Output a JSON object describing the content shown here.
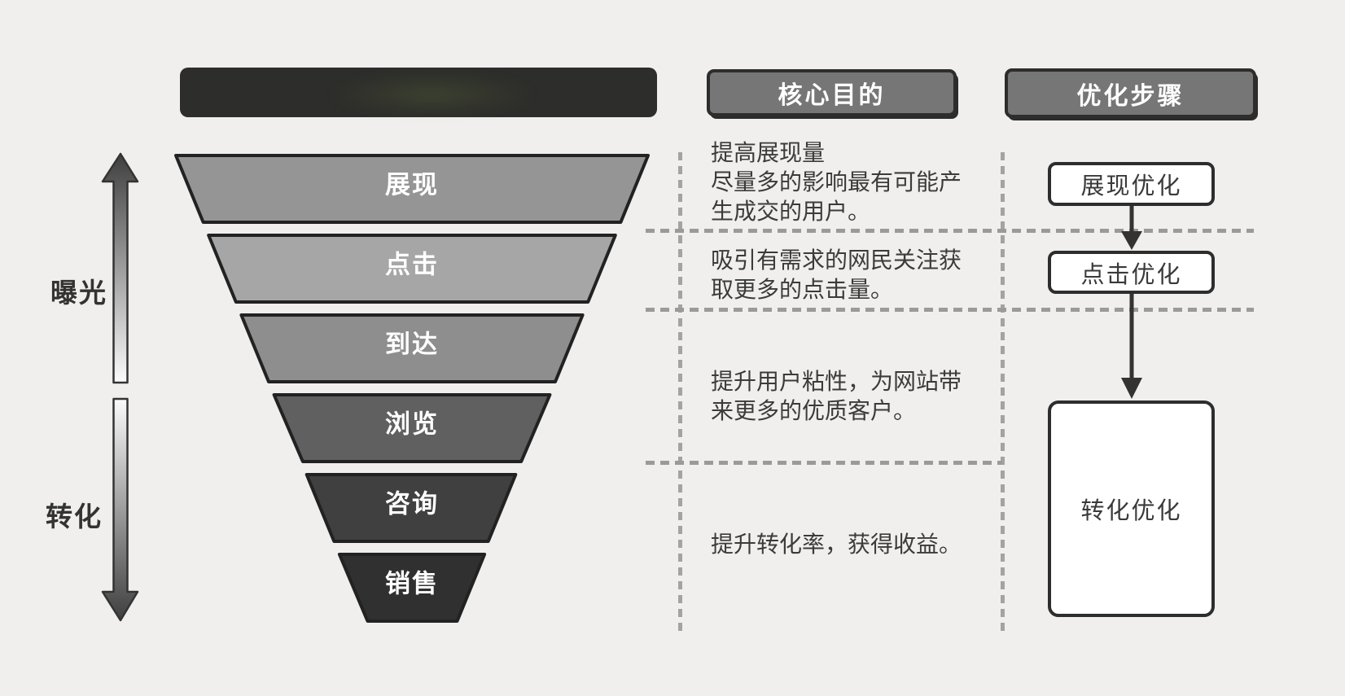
{
  "colors": {
    "background": "#f0efed",
    "title_bar_bg": "#2d2d2b",
    "header_bg": "#767676",
    "header_border": "#2d2d2d",
    "funnel_stroke": "#222222",
    "dash_line": "#9a9a9a",
    "arrow_dark": "#3f3f3f",
    "step_box_border": "#2d2d2d"
  },
  "headers": {
    "core_purpose": "核心目的",
    "optimization_steps": "优化步骤"
  },
  "axis": {
    "exposure": "曝光",
    "conversion": "转化"
  },
  "funnel": {
    "levels": [
      {
        "label": "展现",
        "color": "#959595"
      },
      {
        "label": "点击",
        "color": "#a6a6a6"
      },
      {
        "label": "到达",
        "color": "#8e8e8e"
      },
      {
        "label": "浏览",
        "color": "#606060"
      },
      {
        "label": "咨询",
        "color": "#404040"
      },
      {
        "label": "销售",
        "color": "#303030"
      }
    ]
  },
  "purposes": [
    {
      "lines": [
        "提高展现量",
        "尽量多的影响最有可能产",
        "生成交的用户。"
      ]
    },
    {
      "lines": [
        "吸引有需求的网民关注获",
        "取更多的点击量。"
      ]
    },
    {
      "lines": [
        "提升用户粘性，为网站带",
        "来更多的优质客户。"
      ]
    },
    {
      "lines": [
        "提升转化率，获得收益。"
      ]
    }
  ],
  "steps": [
    {
      "label": "展现优化"
    },
    {
      "label": "点击优化"
    },
    {
      "label": "转化优化"
    }
  ]
}
